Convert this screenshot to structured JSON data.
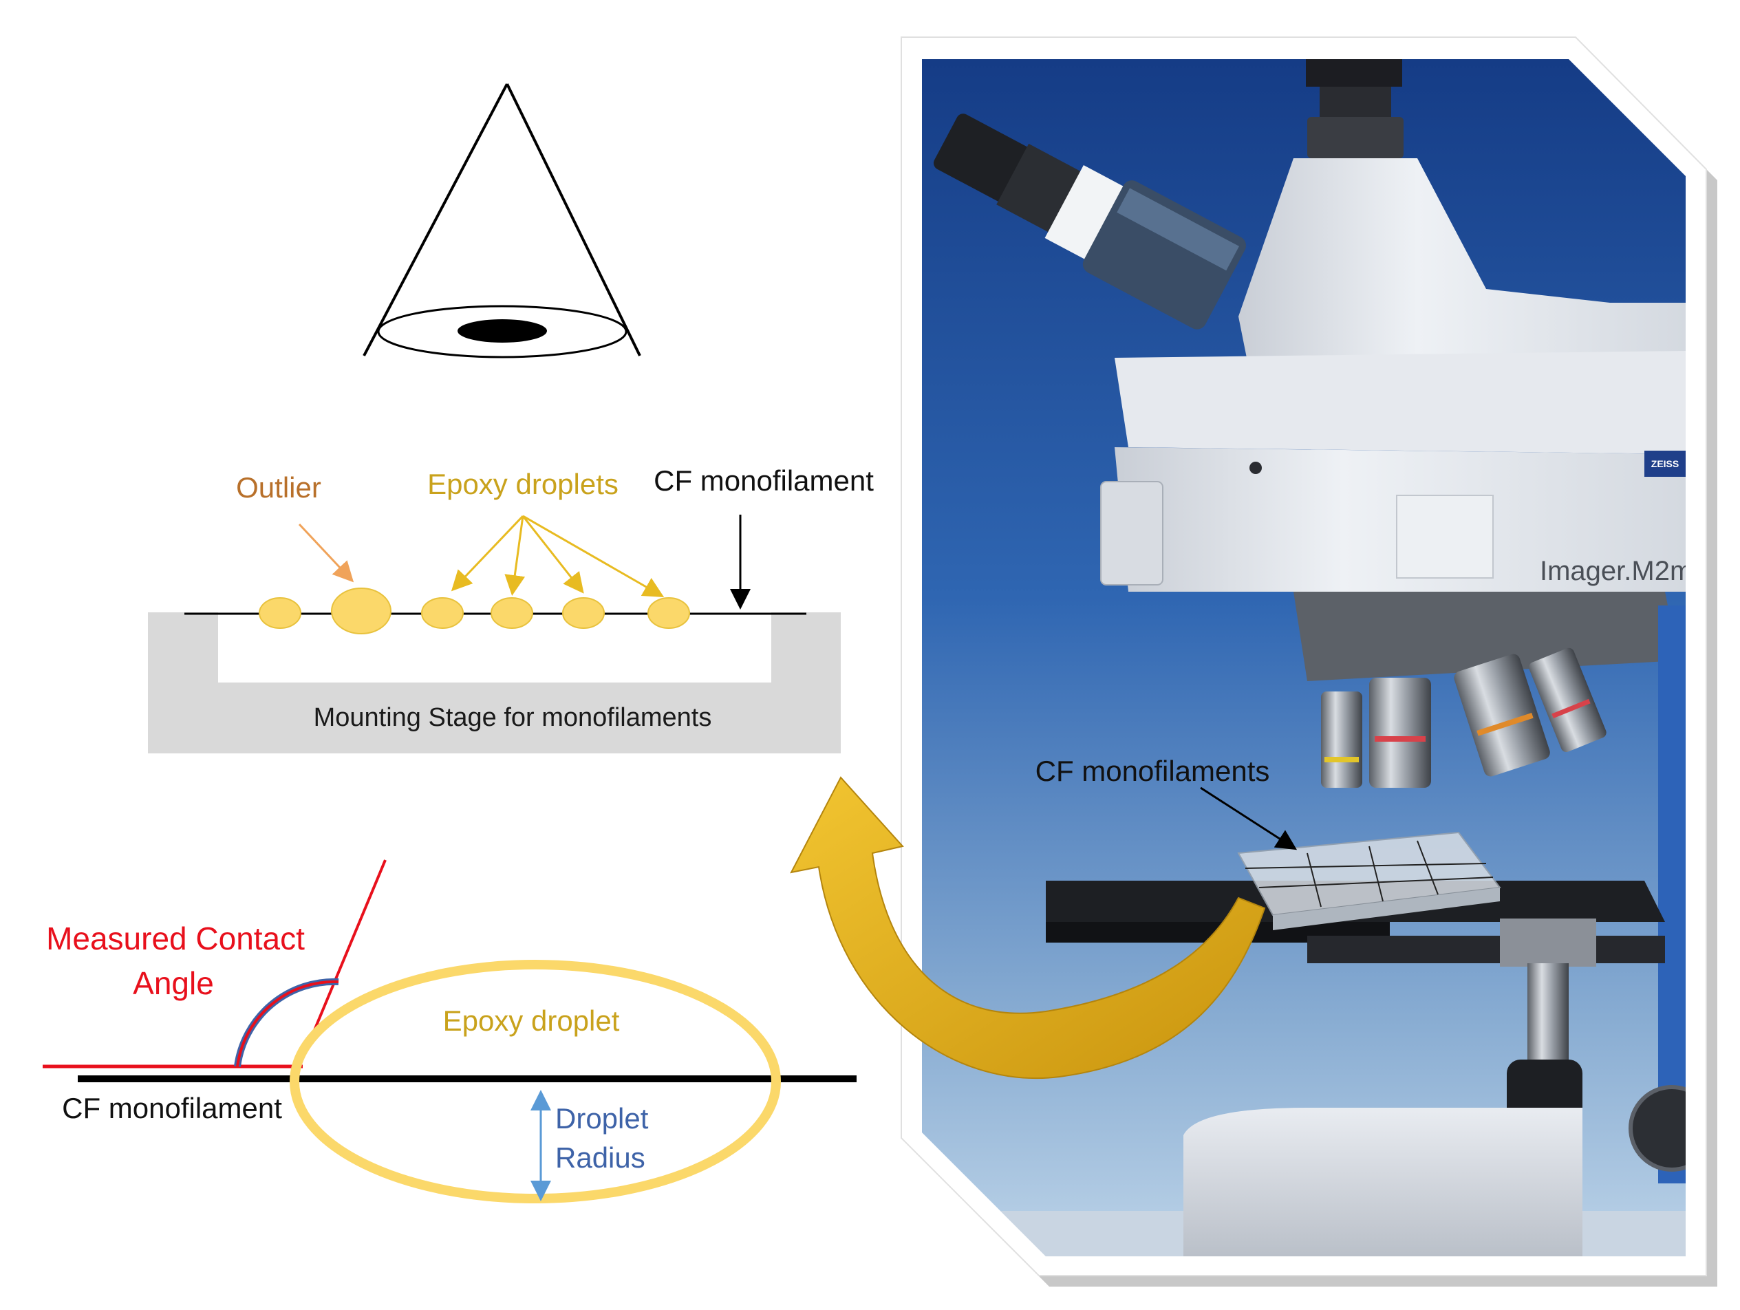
{
  "labels": {
    "outlier": "Outlier",
    "epoxy_droplets": "Epoxy droplets",
    "cf_monofilament_top": "CF monofilament",
    "mounting_stage": "Mounting Stage for monofilaments",
    "measured_contact_angle_line1": "Measured Contact",
    "measured_contact_angle_line2": "Angle",
    "epoxy_droplet": "Epoxy droplet",
    "cf_monofilament_bottom": "CF monofilament",
    "droplet_radius_line1": "Droplet",
    "droplet_radius_line2": "Radius",
    "cf_monofilaments_photo": "CF monofilaments",
    "microscope_model": "Imager.M2m",
    "brand_mark": "ZEISS"
  },
  "colors": {
    "outlier_text": "#b8702a",
    "droplet_text": "#c9a21c",
    "droplet_fill": "#fbd86a",
    "droplet_stroke": "#e8c23d",
    "contact_angle_red": "#e8101c",
    "radius_blue": "#3e63a8",
    "radius_arrow": "#5a9ad6",
    "stage_gray": "#d9d9d9",
    "big_arrow_gold": "#e4b21a",
    "photo_sky_top": "#153c86",
    "photo_sky_bottom": "#a9c5de"
  },
  "icons": {
    "light_cone": "light-cone-icon",
    "curved_arrow": "curved-arrow-icon"
  }
}
